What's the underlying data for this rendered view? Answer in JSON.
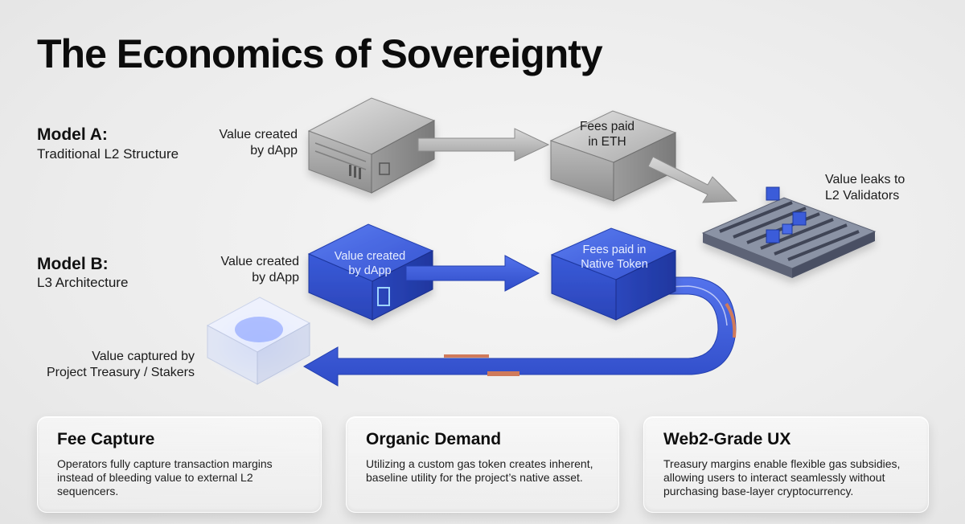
{
  "title": "The Economics of Sovereignty",
  "model_a": {
    "title": "Model A:",
    "subtitle": "Traditional L2 Structure",
    "value_label": "Value created\nby dApp",
    "fees_label": "Fees paid\nin ETH",
    "leak_label": "Value leaks to\nL2 Validators"
  },
  "model_b": {
    "title": "Model B:",
    "subtitle": "L3 Architecture",
    "value_label": "Value created\nby dApp",
    "block_label": "Value created\nby dApp",
    "fees_label": "Fees paid in\nNative Token",
    "captured_label": "Value captured by\nProject Treasury / Stakers"
  },
  "cards": [
    {
      "title": "Fee Capture",
      "text": "Operators fully capture transaction margins instead of bleeding value to external L2 sequencers."
    },
    {
      "title": "Organic Demand",
      "text": "Utilizing a custom gas token creates inherent, baseline utility for the project’s native asset."
    },
    {
      "title": "Web2-Grade UX",
      "text": "Treasury margins enable flexible gas subsidies, allowing users to interact seamlessly without purchasing base-layer cryptocurrency."
    }
  ],
  "colors": {
    "blue": "#3a5bd9",
    "blue_dark": "#2a44b8",
    "gray": "#b8b8b8",
    "copper": "#d07a5a"
  }
}
